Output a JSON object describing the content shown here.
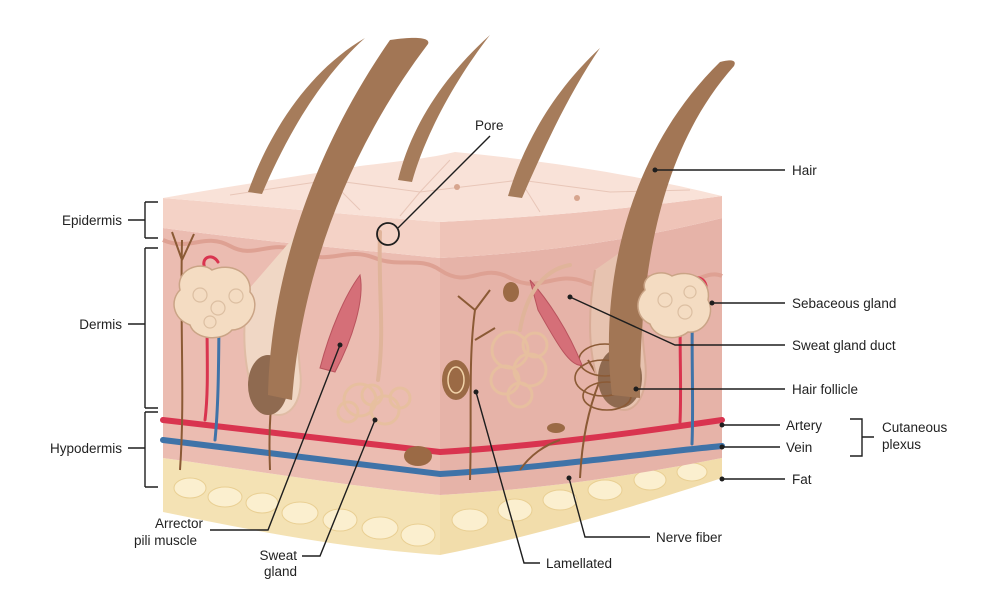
{
  "colors": {
    "epidermis": "#f3d3c9",
    "dermis": "#ebb9ae",
    "fat": "#f4e2b4",
    "hair": "#a67c5b",
    "artery": "#d9344f",
    "vein": "#3f73a8",
    "nerve": "#8b5a35",
    "gland": "#f2d2b2",
    "line": "#1e1e1e"
  },
  "labels": {
    "pore": "Pore",
    "hair": "Hair",
    "epidermis": "Epidermis",
    "dermis": "Dermis",
    "hypodermis": "Hypodermis",
    "sebaceous_gland": "Sebaceous gland",
    "sweat_gland_duct": "Sweat gland duct",
    "hair_follicle": "Hair follicle",
    "artery": "Artery",
    "vein": "Vein",
    "cutaneous_1": "Cutaneous",
    "cutaneous_2": "plexus",
    "fat": "Fat",
    "arrector_1": "Arrector",
    "arrector_2": "pili muscle",
    "sweat_gland_1": "Sweat",
    "sweat_gland_2": "gland",
    "nerve_fiber": "Nerve fiber",
    "lamellated": "Lamellated"
  }
}
